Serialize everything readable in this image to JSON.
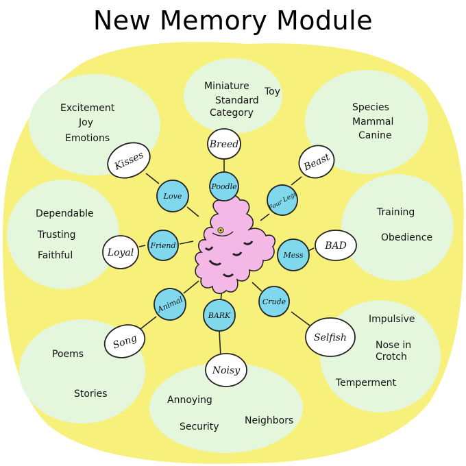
{
  "title": "New Memory Module",
  "center": {
    "icon": "poodle-icon"
  },
  "colors": {
    "background_blob": "#f7f07a",
    "context_blob": "#e4f6dc",
    "inner_node": "#7fd8ec",
    "outer_node": "#ffffff",
    "poodle": "#f4b8e6"
  },
  "branches": [
    {
      "id": "breed",
      "inner": "Poodle",
      "outer": "Breed",
      "context": [
        "Miniature",
        "Toy",
        "Standard",
        "Category"
      ]
    },
    {
      "id": "beast",
      "inner": "Four Legs",
      "outer": "Beast",
      "context": [
        "Species",
        "Mammal",
        "Canine"
      ]
    },
    {
      "id": "bad",
      "inner": "Mess",
      "outer": "BAD",
      "context": [
        "Training",
        "Obedience"
      ]
    },
    {
      "id": "selfish",
      "inner": "Crude",
      "outer": "Selfish",
      "context": [
        "Impulsive",
        "Nose in",
        "Crotch",
        "Temperment"
      ]
    },
    {
      "id": "noisy",
      "inner": "BARK",
      "outer": "Noisy",
      "context": [
        "Annoying",
        "Security",
        "Neighbors"
      ]
    },
    {
      "id": "song",
      "inner": "Animal",
      "outer": "Song",
      "context": [
        "Poems",
        "Stories"
      ]
    },
    {
      "id": "loyal",
      "inner": "Friend",
      "outer": "Loyal",
      "context": [
        "Dependable",
        "Trusting",
        "Faithful"
      ]
    },
    {
      "id": "kisses",
      "inner": "Love",
      "outer": "Kisses",
      "context": [
        "Excitement",
        "Joy",
        "Emotions"
      ]
    }
  ]
}
